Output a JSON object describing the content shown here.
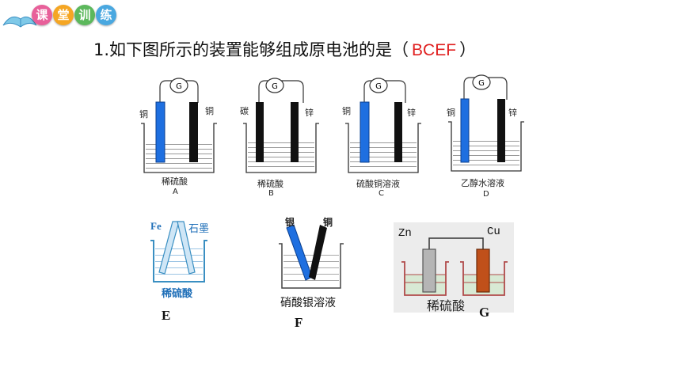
{
  "header": {
    "badges": [
      "课",
      "堂",
      "训",
      "练"
    ],
    "badge_colors": [
      "#e8609a",
      "#f5a623",
      "#5cb85c",
      "#4aa8e0"
    ]
  },
  "question": {
    "text": "1.如下图所示的装置能够组成原电池的是（",
    "answer": "BCEF",
    "close": "）",
    "answer_color": "#e02020"
  },
  "meter_label": "G",
  "devices": [
    {
      "id": "A",
      "left_electrode": "铜",
      "right_electrode": "铜",
      "solution": "稀硫酸",
      "letter": "A"
    },
    {
      "id": "B",
      "left_electrode": "碳",
      "right_electrode": "锌",
      "solution": "稀硫酸",
      "letter": "B"
    },
    {
      "id": "C",
      "left_electrode": "铜",
      "right_electrode": "锌",
      "solution": "硫酸铜溶液",
      "letter": "C"
    },
    {
      "id": "D",
      "left_electrode": "铜",
      "right_electrode": "锌",
      "solution": "乙醇水溶液",
      "letter": "D"
    },
    {
      "id": "E",
      "left_electrode": "Fe",
      "right_electrode": "石墨",
      "solution": "稀硫酸",
      "letter": "E"
    },
    {
      "id": "F",
      "left_electrode": "银",
      "right_electrode": "铜",
      "solution": "硝酸银溶液",
      "letter": "F"
    },
    {
      "id": "G",
      "left_electrode": "Zn",
      "right_electrode": "Cu",
      "solution": "稀硫酸",
      "letter": "G"
    }
  ]
}
